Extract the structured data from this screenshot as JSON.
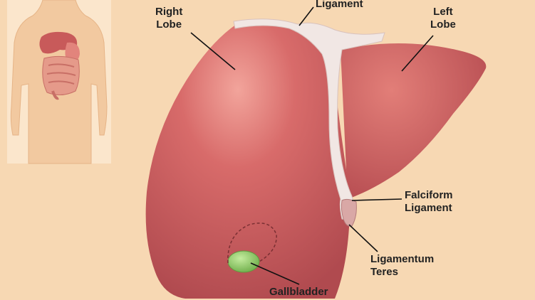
{
  "labels": {
    "right_lobe": [
      "Right",
      "Lobe"
    ],
    "ligament_top": "Ligament",
    "left_lobe": [
      "Left",
      "Lobe"
    ],
    "falciform": [
      "Falciform",
      "Ligament"
    ],
    "teres": [
      "Ligamentum",
      "Teres"
    ],
    "gallbladder": "Gallbladder"
  },
  "colors": {
    "background": "#f7d8b3",
    "inset_background": "#fbe6cc",
    "liver": "#c8575a",
    "liver_highlight": "#ef9a92",
    "liver_shadow": "#a73f45",
    "ligament": "#f1e7e4",
    "gallbladder": "#8dc96a",
    "body_silhouette": "#f2c9a0"
  }
}
